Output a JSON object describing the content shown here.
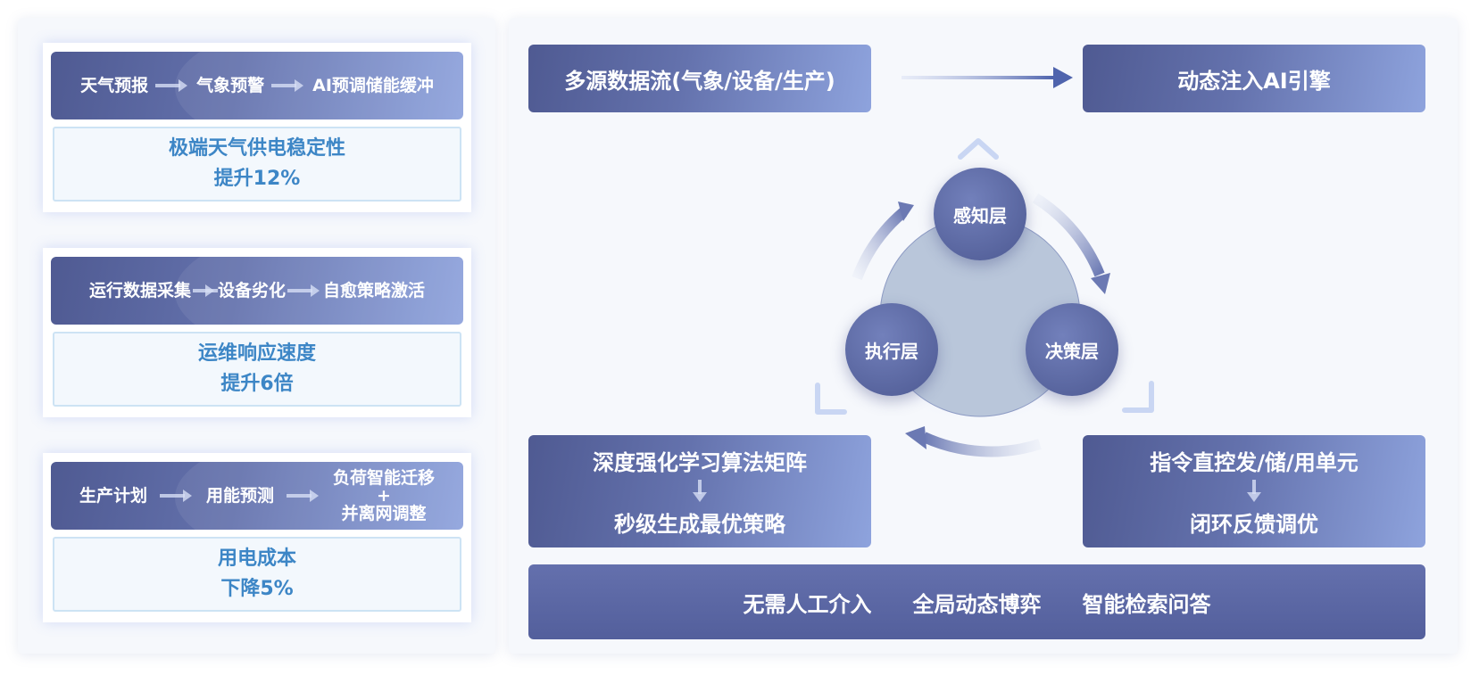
{
  "left": {
    "cards": [
      {
        "flow": [
          "天气预报",
          "气象预警",
          "AI预调储能缓冲"
        ],
        "result": [
          "极端天气供电稳定性",
          "提升12%"
        ]
      },
      {
        "flow": [
          "运行数据采集",
          "设备劣化",
          "自愈策略激活"
        ],
        "result": [
          "运维响应速度",
          "提升6倍"
        ]
      },
      {
        "flow": [
          "生产计划",
          "用能预测",
          "负荷智能迁移",
          "+",
          "并离网调整"
        ],
        "result": [
          "用电成本",
          "下降5%"
        ]
      }
    ]
  },
  "right": {
    "top_left": "多源数据流(气象/设备/生产)",
    "top_right": "动态注入AI引擎",
    "cycle": {
      "top": "感知层",
      "right": "决策层",
      "left": "执行层"
    },
    "bottom_left": {
      "line1": "深度强化学习算法矩阵",
      "line2": "秒级生成最优策略"
    },
    "bottom_right": {
      "line1": "指令直控发/储/用单元",
      "line2": "闭环反馈调优"
    },
    "banner": [
      "无需人工介入",
      "全局动态博弈",
      "智能检索问答"
    ]
  },
  "colors": {
    "box_dark": "#4f5a92",
    "box_light": "#8ea3dd",
    "result_text": "#3d86c6",
    "result_border": "#cde3f4",
    "node": "#5a67a3",
    "center_circle": "#b9c6da"
  }
}
